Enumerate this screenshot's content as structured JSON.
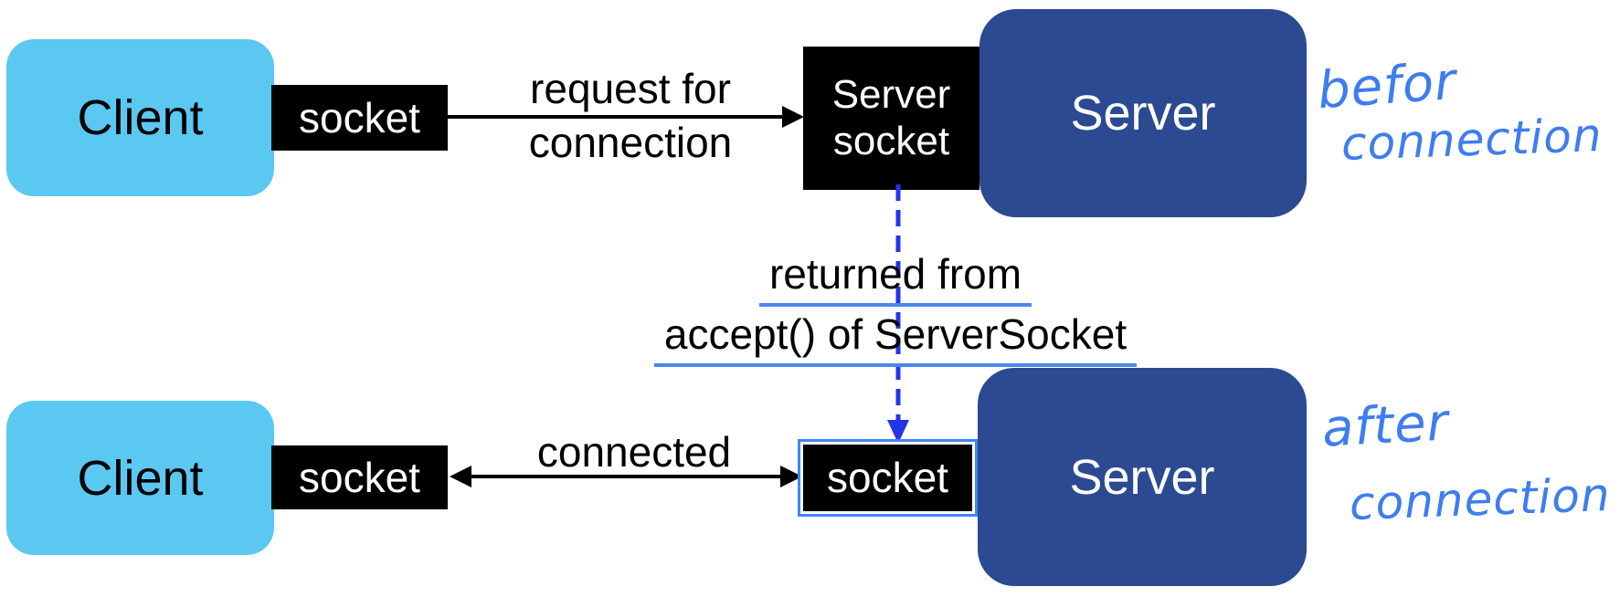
{
  "before": {
    "client_label": "Client",
    "client_socket_label": "socket",
    "arrow_label_line1": "request for",
    "arrow_label_line2": "connection",
    "server_socket_line1": "Server",
    "server_socket_line2": "socket",
    "server_label": "Server",
    "annotation_line1": "befor",
    "annotation_line2": "connection"
  },
  "middle": {
    "note_line1": "returned from",
    "note_line2": "accept() of ServerSocket"
  },
  "after": {
    "client_label": "Client",
    "client_socket_label": "socket",
    "arrow_label": "connected",
    "accepted_socket_label": "socket",
    "server_label": "Server",
    "annotation_line1": "after",
    "annotation_line2": "connection"
  },
  "colors": {
    "client_fill": "#5bc8f2",
    "server_fill": "#2b4a91",
    "socket_fill": "#000000",
    "socket_text": "#ffffff",
    "arrow_black": "#000000",
    "underline_blue": "#4b86ee",
    "dashed_arrow_blue": "#2433e8",
    "accepted_socket_border": "#4285f4",
    "handwriting_blue": "#3e7df0"
  }
}
